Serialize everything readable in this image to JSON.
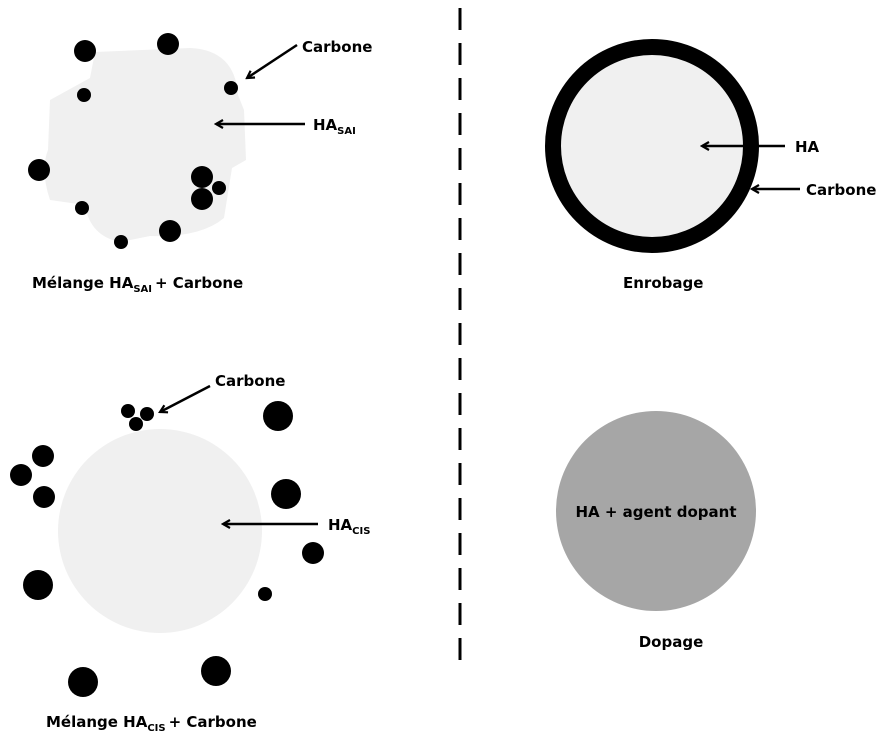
{
  "panels": {
    "mix_sai": {
      "carbon_label": "Carbone",
      "ha_label": "HA",
      "ha_sub": "SAI",
      "caption_prefix": "Mélange HA",
      "caption_sub": "SAI",
      "caption_suffix": "+ Carbone"
    },
    "coating": {
      "ha_label": "HA",
      "carbon_label": "Carbone",
      "caption": "Enrobage"
    },
    "mix_cis": {
      "carbon_label": "Carbone",
      "ha_label": "HA",
      "ha_sub": "CIS",
      "caption_prefix": "Mélange HA",
      "caption_sub": "CIS",
      "caption_suffix": "+ Carbone"
    },
    "doping": {
      "inner_label": "HA + agent dopant",
      "caption": "Dopage"
    }
  },
  "colors": {
    "ha_particle": "#f0f0f0",
    "carbon": "#000000",
    "doped": "#a6a6a6",
    "coating_ring": "#000000"
  }
}
